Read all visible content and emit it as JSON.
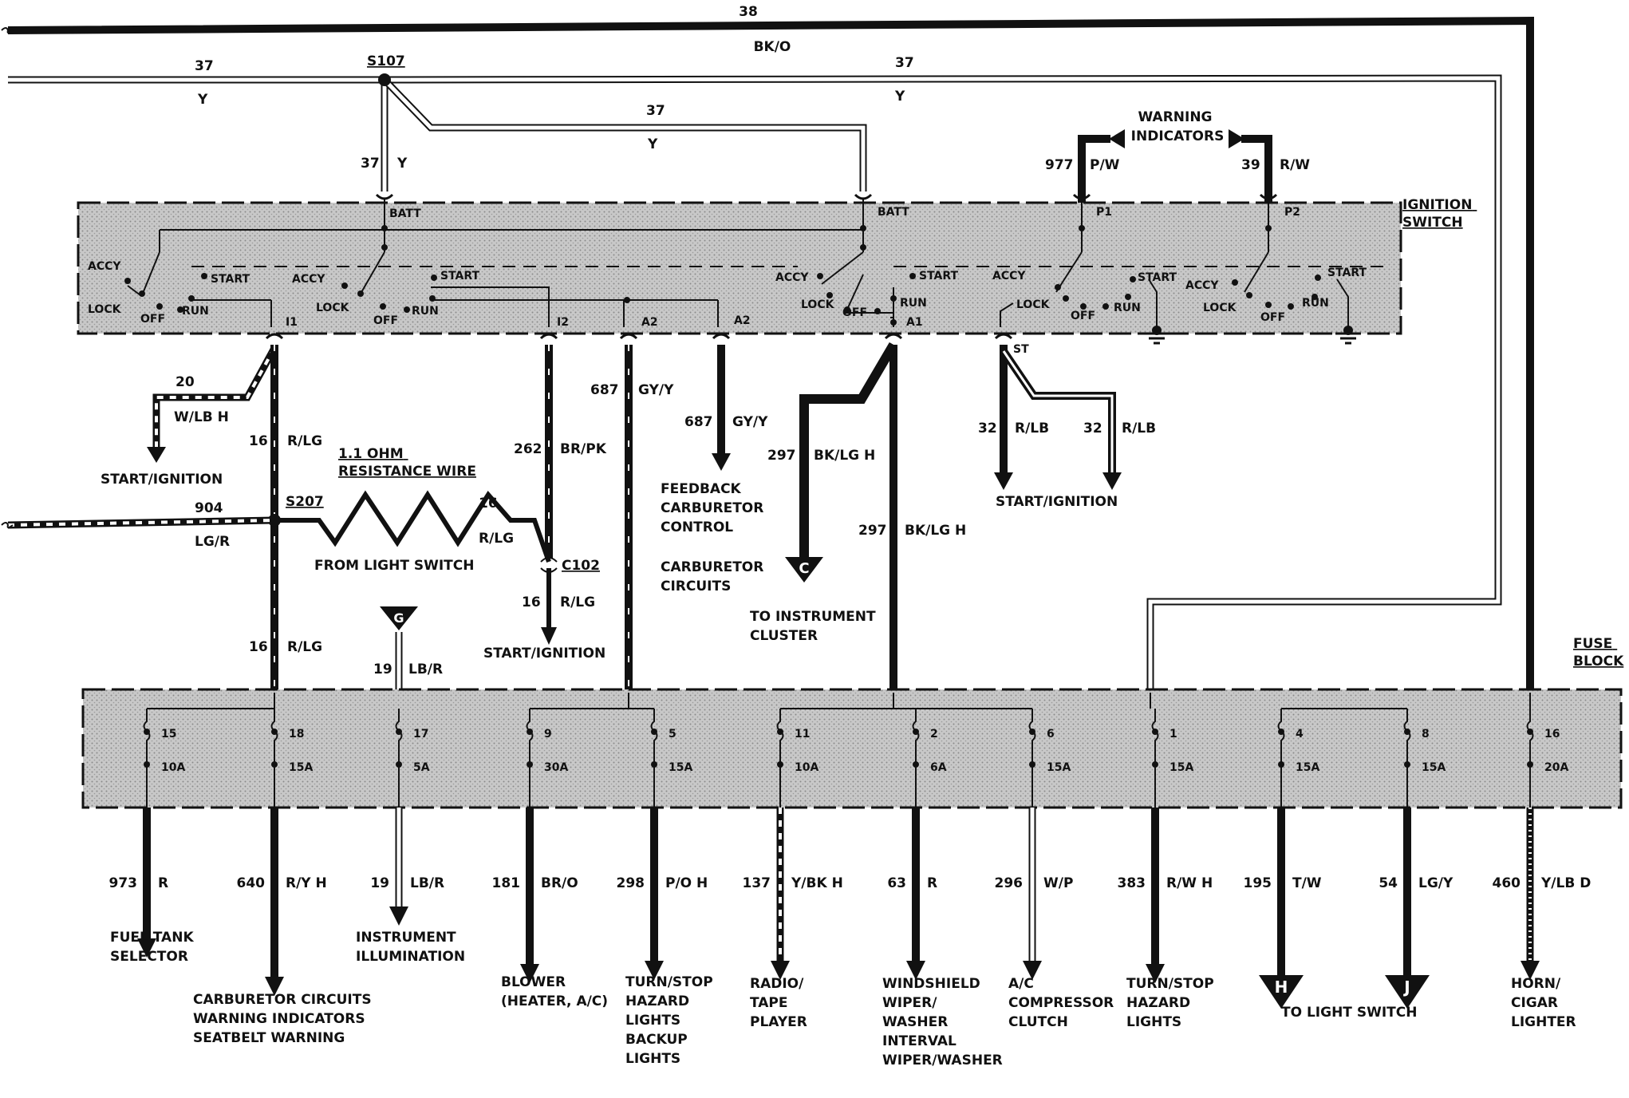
{
  "components": {
    "ignition_switch": "IGNITION\nSWITCH",
    "fuse_block": "FUSE\nBLOCK"
  },
  "splices": {
    "s107": "S107",
    "s207": "S207",
    "c102": "C102"
  },
  "top_wires": {
    "w38_num": "38",
    "w38_color": "BK/O",
    "w37_left_num": "37",
    "w37_left_color": "Y",
    "w37_right_num": "37",
    "w37_right_color": "Y",
    "w37_mid_num": "37",
    "w37_mid_color": "Y",
    "w37_down_num": "37",
    "w37_down_color": "Y"
  },
  "warning": {
    "title": "WARNING\nINDICATORS",
    "w977_num": "977",
    "w977_color": "P/W",
    "w39_num": "39",
    "w39_color": "R/W"
  },
  "switch_terms": {
    "batt1": "BATT",
    "batt2": "BATT",
    "p1": "P1",
    "p2": "P2",
    "i1": "I1",
    "i2": "I2",
    "a2a": "A2",
    "a2b": "A2",
    "a1": "A1",
    "st": "ST",
    "accy": "ACCY",
    "lock": "LOCK",
    "off": "OFF",
    "run": "RUN",
    "start": "START"
  },
  "mid_wires": {
    "w20_num": "20",
    "w20_color": "W/LB H",
    "start_ign_1": "START/IGNITION",
    "w16a_num": "16",
    "w16a_color": "R/LG",
    "resistance": "1.1 OHM\nRESISTANCE WIRE",
    "w904_num": "904",
    "w904_color": "LG/R",
    "from_light_switch": "FROM LIGHT SWITCH",
    "w16b_num": "16",
    "w16b_color": "R/LG",
    "w16c_num": "16",
    "w16c_color": "R/LG",
    "w16d_num": "16",
    "w16d_color": "R/LG",
    "start_ign_2": "START/IGNITION",
    "g_conn": "G",
    "w19a_num": "19",
    "w19a_color": "LB/R",
    "w262_num": "262",
    "w262_color": "BR/PK",
    "w687a_num": "687",
    "w687a_color": "GY/Y",
    "w687b_num": "687",
    "w687b_color": "GY/Y",
    "feedback": "FEEDBACK\nCARBURETOR\nCONTROL",
    "carb_circuits": "CARBURETOR\nCIRCUITS",
    "w297a_num": "297",
    "w297a_color": "BK/LG H",
    "w297b_num": "297",
    "w297b_color": "BK/LG H",
    "c_conn": "C",
    "to_cluster": "TO INSTRUMENT\nCLUSTER",
    "w32a_num": "32",
    "w32a_color": "R/LB",
    "w32b_num": "32",
    "w32b_color": "R/LB",
    "start_ign_3": "START/IGNITION"
  },
  "fuses": [
    {
      "num": "15",
      "amp": "10A"
    },
    {
      "num": "18",
      "amp": "15A"
    },
    {
      "num": "17",
      "amp": "5A"
    },
    {
      "num": "9",
      "amp": "30A"
    },
    {
      "num": "5",
      "amp": "15A"
    },
    {
      "num": "11",
      "amp": "10A"
    },
    {
      "num": "2",
      "amp": "6A"
    },
    {
      "num": "6",
      "amp": "15A"
    },
    {
      "num": "1",
      "amp": "15A"
    },
    {
      "num": "4",
      "amp": "15A"
    },
    {
      "num": "8",
      "amp": "15A"
    },
    {
      "num": "16",
      "amp": "20A"
    }
  ],
  "outputs": [
    {
      "num": "973",
      "color": "R",
      "dest": "FUEL TANK\nSELECTOR"
    },
    {
      "num": "640",
      "color": "R/Y H",
      "dest": "CARBURETOR CIRCUITS\n\nWARNING INDICATORS\n\nSEATBELT WARNING"
    },
    {
      "num": "19",
      "color": "LB/R",
      "dest": "INSTRUMENT\nILLUMINATION"
    },
    {
      "num": "181",
      "color": "BR/O",
      "dest": "BLOWER\n(HEATER, A/C)"
    },
    {
      "num": "298",
      "color": "P/O H",
      "dest": "TURN/STOP\nHAZARD\nLIGHTS\n\nBACKUP\nLIGHTS"
    },
    {
      "num": "137",
      "color": "Y/BK H",
      "dest": "RADIO/\nTAPE\nPLAYER"
    },
    {
      "num": "63",
      "color": "R",
      "dest": "WINDSHIELD\nWIPER/\nWASHER\n\nINTERVAL\nWIPER/WASHER"
    },
    {
      "num": "296",
      "color": "W/P",
      "dest": "A/C\nCOMPRESSOR\nCLUTCH"
    },
    {
      "num": "383",
      "color": "R/W H",
      "dest": "TURN/STOP\nHAZARD\nLIGHTS"
    },
    {
      "num": "195",
      "color": "T/W",
      "conn": "H"
    },
    {
      "num": "54",
      "color": "LG/Y",
      "conn": "J"
    },
    {
      "num": "460",
      "color": "Y/LB D",
      "dest": "HORN/\nCIGAR\nLIGHTER"
    }
  ],
  "to_light_switch": "TO LIGHT SWITCH"
}
